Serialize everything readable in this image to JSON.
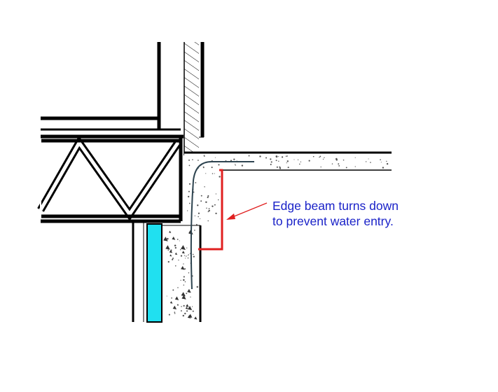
{
  "annotation": {
    "line1": "Edge beam turns down",
    "line2": "to prevent water entry."
  },
  "colors": {
    "annotation_text": "#1a22c8",
    "edge_beam_flashing": "#e02020",
    "pointer_arrow": "#e02020",
    "insulation": "#20e0f0",
    "reinforcement_bar": "#2e4450",
    "linework": "#000000",
    "concrete_speckle": "#555555"
  },
  "components": [
    "upper-wall",
    "floor-truss",
    "slab-edge",
    "foundation-wall",
    "rigid-insulation",
    "edge-beam-flashing",
    "reinforcement-bar"
  ]
}
